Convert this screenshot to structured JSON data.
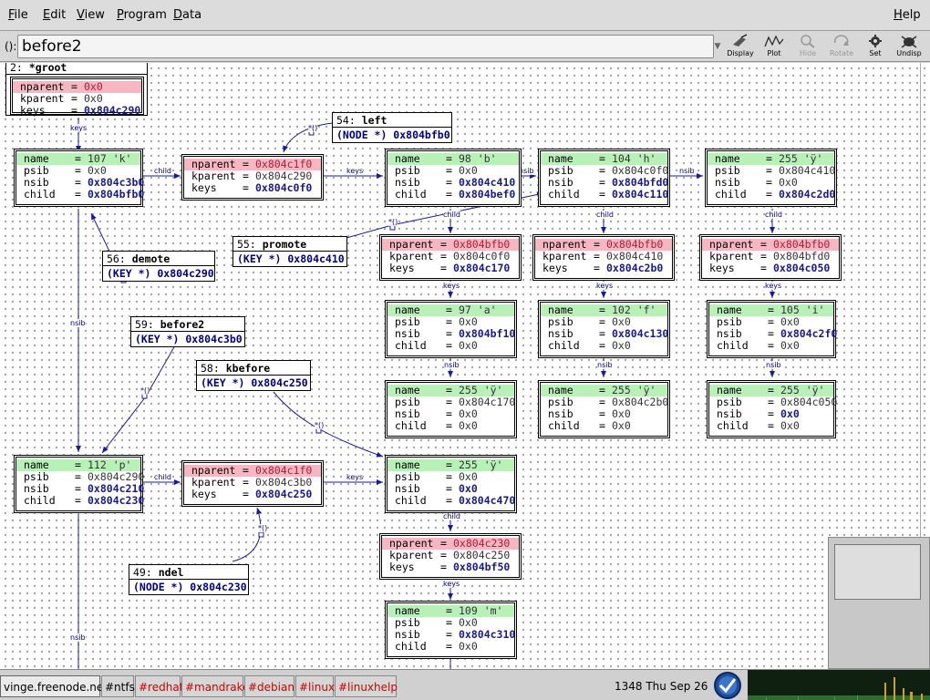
{
  "menu": {
    "file": "File",
    "edit": "Edit",
    "view": "View",
    "program": "Program",
    "data": "Data",
    "help": "Help"
  },
  "arg": {
    "label": "():",
    "value": "before2"
  },
  "tools": {
    "display": "Display",
    "plot": "Plot",
    "hide": "Hide",
    "rotate": "Rotate",
    "set": "Set",
    "undisp": "Undisp"
  },
  "exprs": {
    "groot": {
      "num": "2:",
      "name": "*groot"
    },
    "left": {
      "num": "54:",
      "name": "left",
      "value": "(NODE *) 0x804bfb0"
    },
    "demote": {
      "num": "56:",
      "name": "demote",
      "value": "(KEY *) 0x804c290"
    },
    "promote": {
      "num": "55:",
      "name": "promote",
      "value": "(KEY *) 0x804c410"
    },
    "before2": {
      "num": "59:",
      "name": "before2",
      "value": "(KEY *) 0x804c3b0"
    },
    "kbefore": {
      "num": "58:",
      "name": "kbefore",
      "value": "(KEY *) 0x804c250"
    },
    "ndel": {
      "num": "49:",
      "name": "ndel",
      "value": "(NODE *) 0x804c230"
    }
  },
  "nodes": {
    "groot": [
      {
        "k": "nparent",
        "v": "0x0",
        "hl": "red",
        "bold": false
      },
      {
        "k": "kparent",
        "v": "0x0",
        "hl": "",
        "bold": false
      },
      {
        "k": "keys",
        "v": "0x804c290",
        "hl": "",
        "bold": true
      }
    ],
    "k1": [
      {
        "k": "name",
        "v": "107 'k'",
        "hl": "green",
        "bold": false
      },
      {
        "k": "psib",
        "v": "0x0",
        "hl": "",
        "bold": false
      },
      {
        "k": "nsib",
        "v": "0x804c3b0",
        "hl": "",
        "bold": true
      },
      {
        "k": "child",
        "v": "0x804bfb0",
        "hl": "",
        "bold": true
      }
    ],
    "n1": [
      {
        "k": "nparent",
        "v": "0x804c1f0",
        "hl": "red",
        "bold": false
      },
      {
        "k": "kparent",
        "v": "0x804c290",
        "hl": "",
        "bold": false
      },
      {
        "k": "keys",
        "v": "0x804c0f0",
        "hl": "",
        "bold": true
      }
    ],
    "b": [
      {
        "k": "name",
        "v": "98 'b'",
        "hl": "green",
        "bold": false
      },
      {
        "k": "psib",
        "v": "0x0",
        "hl": "",
        "bold": false
      },
      {
        "k": "nsib",
        "v": "0x804c410",
        "hl": "",
        "bold": true
      },
      {
        "k": "child",
        "v": "0x804bef0",
        "hl": "",
        "bold": true
      }
    ],
    "h": [
      {
        "k": "name",
        "v": "104 'h'",
        "hl": "green",
        "bold": false
      },
      {
        "k": "psib",
        "v": "0x804c0f0",
        "hl": "",
        "bold": false
      },
      {
        "k": "nsib",
        "v": "0x804bfd0",
        "hl": "",
        "bold": true
      },
      {
        "k": "child",
        "v": "0x804c110",
        "hl": "",
        "bold": true
      }
    ],
    "y1": [
      {
        "k": "name",
        "v": "255 'ÿ'",
        "hl": "green",
        "bold": false
      },
      {
        "k": "psib",
        "v": "0x804c410",
        "hl": "",
        "bold": false
      },
      {
        "k": "nsib",
        "v": "0x0",
        "hl": "",
        "bold": false
      },
      {
        "k": "child",
        "v": "0x804c2d0",
        "hl": "",
        "bold": true
      }
    ],
    "nb": [
      {
        "k": "nparent",
        "v": "0x804bfb0",
        "hl": "red",
        "bold": false
      },
      {
        "k": "kparent",
        "v": "0x804c0f0",
        "hl": "",
        "bold": false
      },
      {
        "k": "keys",
        "v": "0x804c170",
        "hl": "",
        "bold": true
      }
    ],
    "nh": [
      {
        "k": "nparent",
        "v": "0x804bfb0",
        "hl": "red",
        "bold": false
      },
      {
        "k": "kparent",
        "v": "0x804c410",
        "hl": "",
        "bold": false
      },
      {
        "k": "keys",
        "v": "0x804c2b0",
        "hl": "",
        "bold": true
      }
    ],
    "ny": [
      {
        "k": "nparent",
        "v": "0x804bfb0",
        "hl": "red",
        "bold": false
      },
      {
        "k": "kparent",
        "v": "0x804bfd0",
        "hl": "",
        "bold": false
      },
      {
        "k": "keys",
        "v": "0x804c050",
        "hl": "",
        "bold": true
      }
    ],
    "a": [
      {
        "k": "name",
        "v": "97 'a'",
        "hl": "green",
        "bold": false
      },
      {
        "k": "psib",
        "v": "0x0",
        "hl": "",
        "bold": false
      },
      {
        "k": "nsib",
        "v": "0x804bf10",
        "hl": "",
        "bold": true
      },
      {
        "k": "child",
        "v": "0x0",
        "hl": "",
        "bold": false
      }
    ],
    "f": [
      {
        "k": "name",
        "v": "102 'f'",
        "hl": "green",
        "bold": false
      },
      {
        "k": "psib",
        "v": "0x0",
        "hl": "",
        "bold": false
      },
      {
        "k": "nsib",
        "v": "0x804c130",
        "hl": "",
        "bold": true
      },
      {
        "k": "child",
        "v": "0x0",
        "hl": "",
        "bold": false
      }
    ],
    "i": [
      {
        "k": "name",
        "v": "105 'i'",
        "hl": "green",
        "bold": false
      },
      {
        "k": "psib",
        "v": "0x0",
        "hl": "",
        "bold": false
      },
      {
        "k": "nsib",
        "v": "0x804c2f0",
        "hl": "",
        "bold": true
      },
      {
        "k": "child",
        "v": "0x0",
        "hl": "",
        "bold": false
      }
    ],
    "ya": [
      {
        "k": "name",
        "v": "255 'ÿ'",
        "hl": "green",
        "bold": false
      },
      {
        "k": "psib",
        "v": "0x804c170",
        "hl": "",
        "bold": false
      },
      {
        "k": "nsib",
        "v": "0x0",
        "hl": "",
        "bold": false
      },
      {
        "k": "child",
        "v": "0x0",
        "hl": "",
        "bold": false
      }
    ],
    "yf": [
      {
        "k": "name",
        "v": "255 'ÿ'",
        "hl": "green",
        "bold": false
      },
      {
        "k": "psib",
        "v": "0x804c2b0",
        "hl": "",
        "bold": false
      },
      {
        "k": "nsib",
        "v": "0x0",
        "hl": "",
        "bold": false
      },
      {
        "k": "child",
        "v": "0x0",
        "hl": "",
        "bold": false
      }
    ],
    "yi": [
      {
        "k": "name",
        "v": "255 'ÿ'",
        "hl": "green",
        "bold": false
      },
      {
        "k": "psib",
        "v": "0x804c050",
        "hl": "",
        "bold": false
      },
      {
        "k": "nsib",
        "v": "0x0",
        "hl": "",
        "bold": true
      },
      {
        "k": "child",
        "v": "0x0",
        "hl": "",
        "bold": false
      }
    ],
    "p": [
      {
        "k": "name",
        "v": "112 'p'",
        "hl": "green",
        "bold": false
      },
      {
        "k": "psib",
        "v": "0x804c290",
        "hl": "",
        "bold": false
      },
      {
        "k": "nsib",
        "v": "0x804c210",
        "hl": "",
        "bold": true
      },
      {
        "k": "child",
        "v": "0x804c230",
        "hl": "",
        "bold": true
      }
    ],
    "np": [
      {
        "k": "nparent",
        "v": "0x804c1f0",
        "hl": "red",
        "bold": false
      },
      {
        "k": "kparent",
        "v": "0x804c3b0",
        "hl": "",
        "bold": false
      },
      {
        "k": "keys",
        "v": "0x804c250",
        "hl": "",
        "bold": true
      }
    ],
    "yp": [
      {
        "k": "name",
        "v": "255 'ÿ'",
        "hl": "green",
        "bold": false
      },
      {
        "k": "psib",
        "v": "0x0",
        "hl": "",
        "bold": false
      },
      {
        "k": "nsib",
        "v": "0x0",
        "hl": "",
        "bold": true
      },
      {
        "k": "child",
        "v": "0x804c470",
        "hl": "",
        "bold": true
      }
    ],
    "nyp": [
      {
        "k": "nparent",
        "v": "0x804c230",
        "hl": "red",
        "bold": false
      },
      {
        "k": "kparent",
        "v": "0x804c250",
        "hl": "",
        "bold": false
      },
      {
        "k": "keys",
        "v": "0x804bf50",
        "hl": "",
        "bold": true
      }
    ],
    "m": [
      {
        "k": "name",
        "v": "109 'm'",
        "hl": "green",
        "bold": false
      },
      {
        "k": "psib",
        "v": "0x0",
        "hl": "",
        "bold": false
      },
      {
        "k": "nsib",
        "v": "0x804c310",
        "hl": "",
        "bold": true
      },
      {
        "k": "child",
        "v": "0x0",
        "hl": "",
        "bold": false
      }
    ]
  },
  "edge_labels": {
    "keys": "keys",
    "child": "child",
    "nsib": "nsib",
    "deref": "*()"
  },
  "taskbar": {
    "server": "vinge.freenode.net",
    "channels": [
      "#ntfs",
      "#redhat",
      "#mandrake",
      "#debian",
      "#linux",
      "#linuxhelp"
    ],
    "clock": "1348 Thu Sep 26"
  },
  "colors": {
    "name_highlight": "#b8f0b8",
    "nparent_highlight": "#f6b7c3",
    "edge": "#1a1aa0",
    "channel_text": "#d10000"
  }
}
